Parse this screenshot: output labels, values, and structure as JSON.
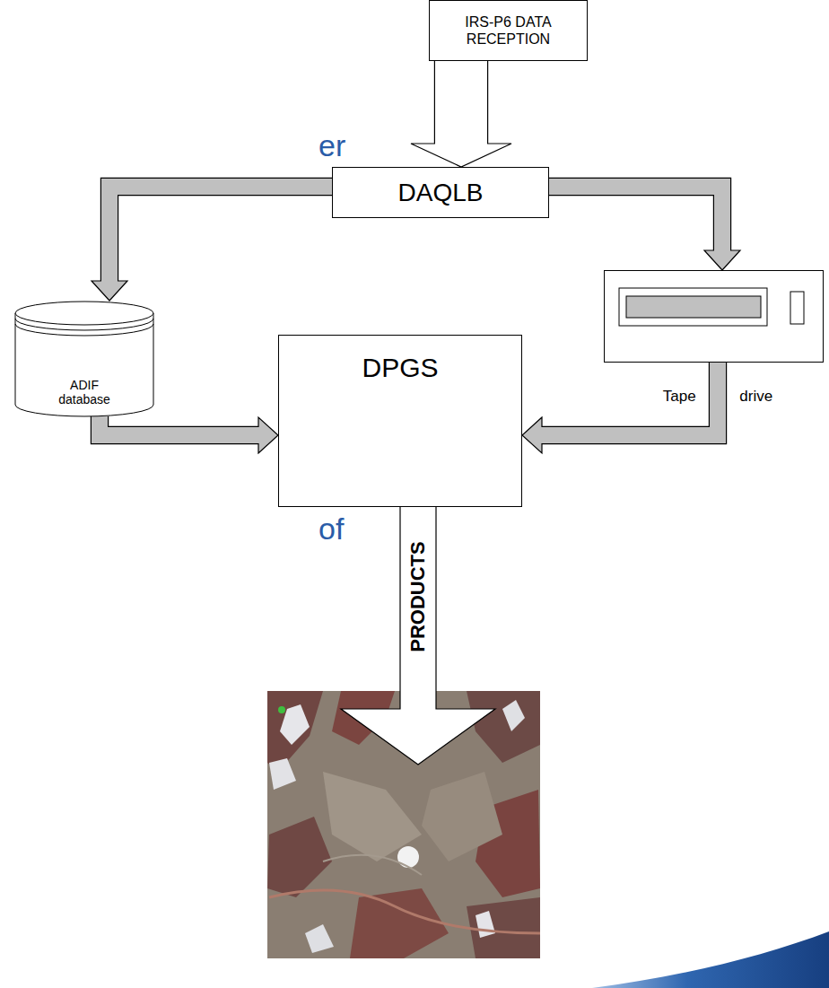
{
  "diagram": {
    "nodes": [
      {
        "text": [
          "IRS-P6 DATA RECEPTION"
        ]
      },
      {
        "text": [
          "DAQLB"
        ]
      },
      {
        "text": [
          "ADIF database"
        ]
      },
      {
        "text": [
          "Tape drive"
        ]
      },
      {
        "text": [
          "DPGS"
        ]
      }
    ],
    "edges": [
      {
        "from": 0,
        "to": 1,
        "arrow": "to"
      },
      {
        "from": 1,
        "to": 2,
        "arrow": "to"
      },
      {
        "from": 1,
        "to": 3,
        "arrow": "to"
      },
      {
        "from": 2,
        "to": 4,
        "arrow": "to"
      },
      {
        "from": 3,
        "to": 4,
        "arrow": "to"
      }
    ],
    "labels": [
      "er",
      "of",
      "PRODUCTS"
    ]
  }
}
